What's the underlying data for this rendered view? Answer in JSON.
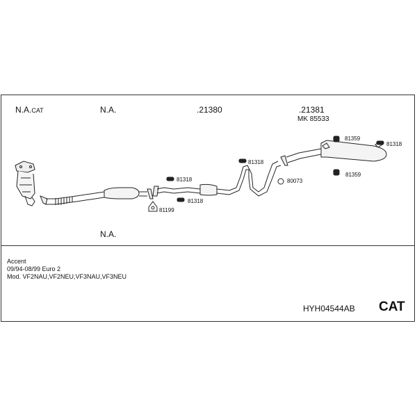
{
  "labels": {
    "na_cat_main": "N.A.",
    "na_cat_suffix": "CAT",
    "na_top": "N.A.",
    "part_21380": ".21380",
    "part_21381": ".21381",
    "mk_85533": "MK  85533",
    "na_bottom": "N.A."
  },
  "parts": {
    "p81359_top": "81359",
    "p81318_right": "81318",
    "p81318_mid": "81318",
    "p80073": "80073",
    "p81359_bottom": "81359",
    "p81318_left_top": "81318",
    "p81318_left_bottom": "81318",
    "p81199": "81199"
  },
  "info": {
    "model": "Accent",
    "years": "09/94-08/99   Euro 2",
    "mod": "Mod. VF2NAU,VF2NEU,VF3NAU,VF3NEU"
  },
  "footer": {
    "code": "HYH04544AB",
    "cat": "CAT"
  }
}
